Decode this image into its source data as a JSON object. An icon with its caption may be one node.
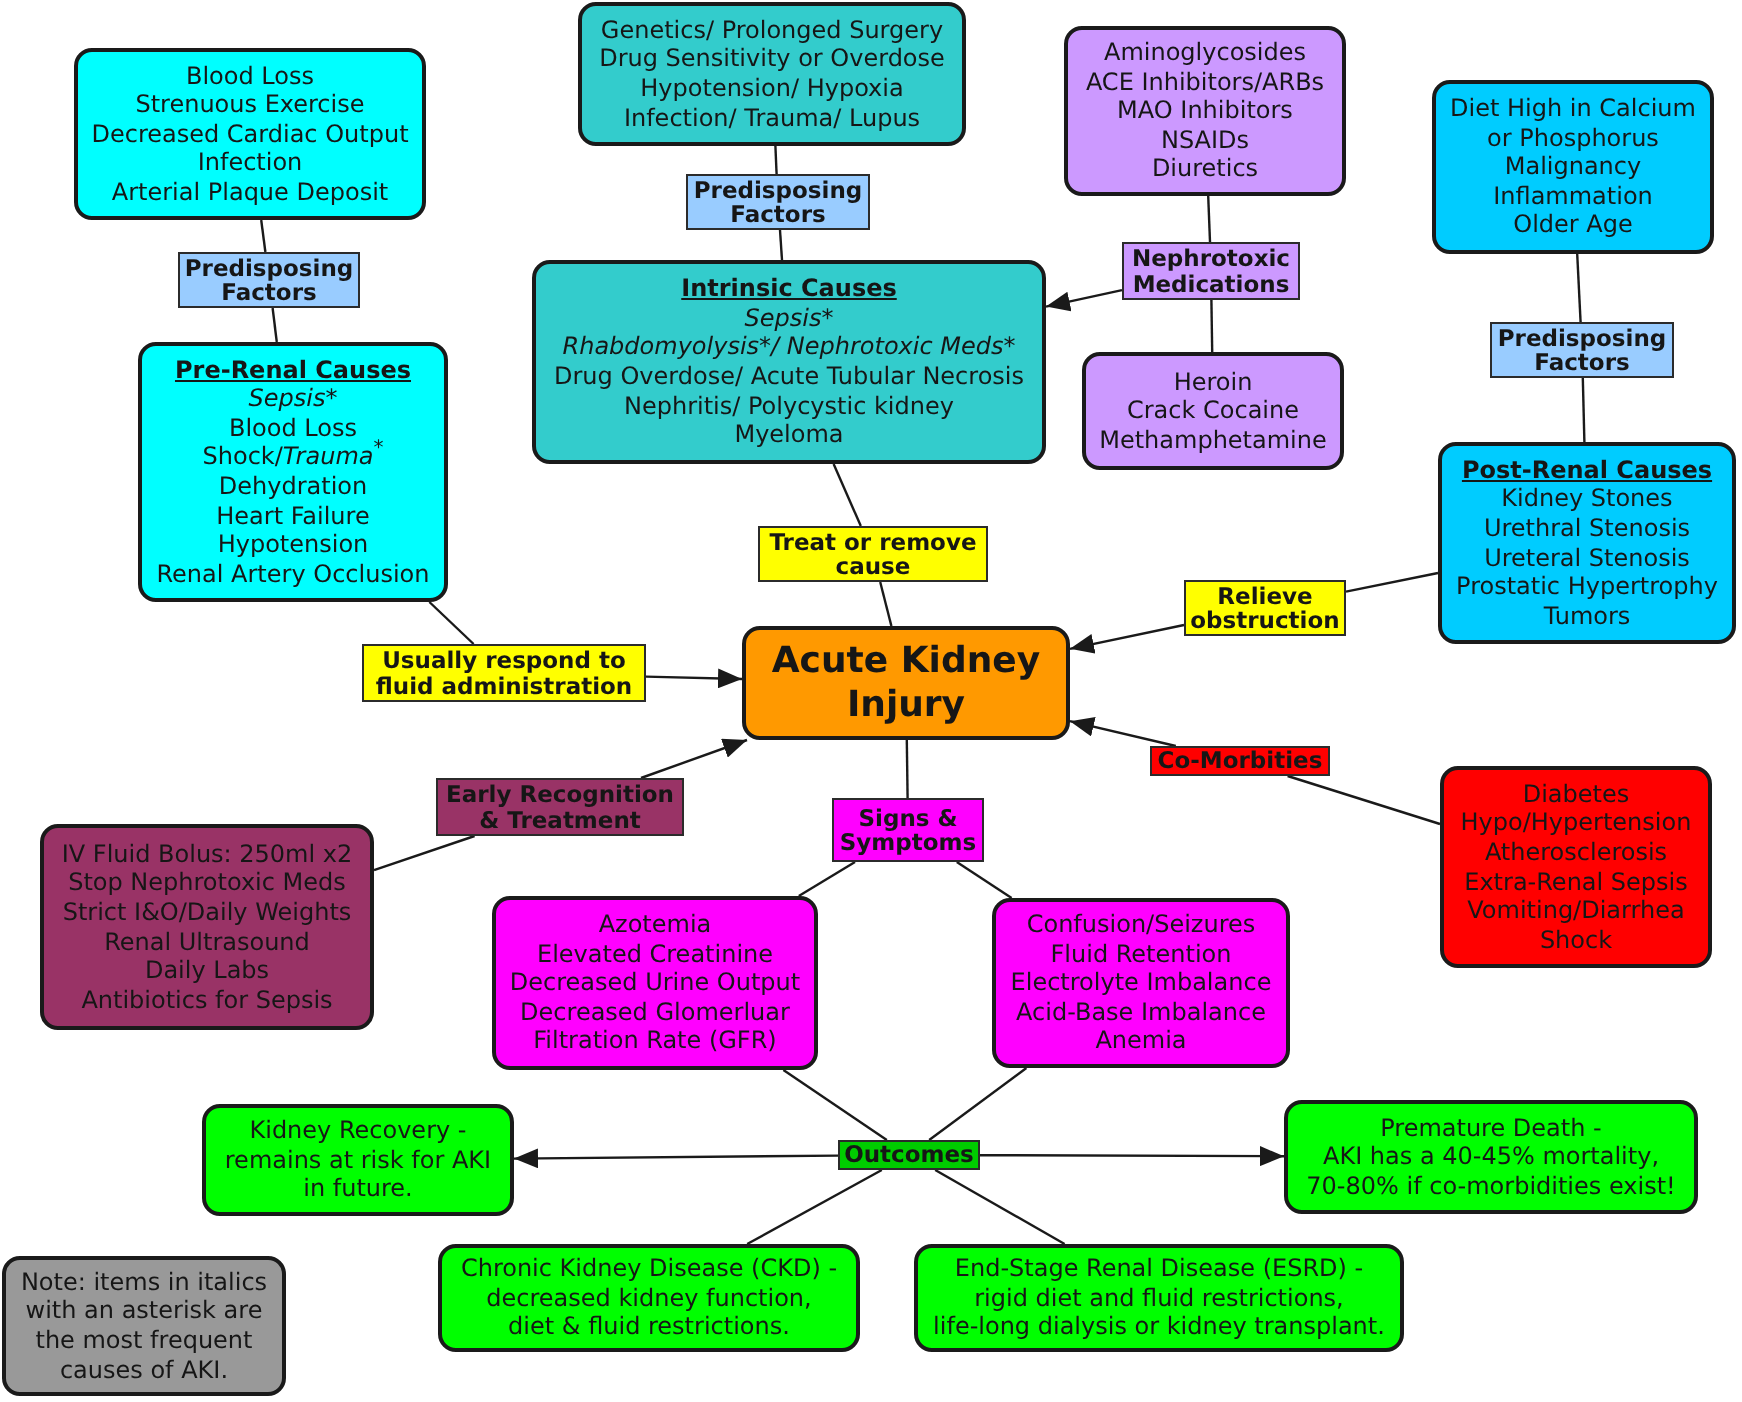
{
  "diagram": {
    "nodes": [
      {
        "text": [
          "Genetics/ Prolonged Surgery",
          "Drug Sensitivity or Overdose",
          "Hypotension/ Hypoxia",
          "Infection/ Trauma/ Lupus"
        ]
      },
      {
        "text": [
          "Aminoglycosides",
          "ACE Inhibitors/ARBs",
          "MAO Inhibitors",
          "NSAIDs",
          "Diuretics"
        ]
      },
      {
        "text": [
          "Blood Loss",
          "Strenuous Exercise",
          "Decreased Cardiac Output",
          "Infection",
          "Arterial Plaque Deposit"
        ]
      },
      {
        "text": [
          "Diet High in Calcium or Phosphorus",
          "Malignancy",
          "Inflammation",
          "Older Age"
        ]
      },
      {
        "text": [
          "Predisposing Factors"
        ]
      },
      {
        "text": [
          "Nephrotoxic Medications"
        ]
      },
      {
        "text": [
          "Predisposing Factors"
        ]
      },
      {
        "text": [
          "Intrinsic Causes",
          "Sepsis*",
          "Rhabdomyolysis*/ Nephrotoxic Meds*",
          "Drug Overdose/ Acute Tubular Necrosis",
          "Nephritis/ Polycystic kidney",
          "Myeloma"
        ]
      },
      {
        "text": [
          "Predisposing Factors"
        ]
      },
      {
        "text": [
          "Pre-Renal Causes",
          "Sepsis*",
          "Blood Loss",
          "Shock/*Trauma*$^{*}$",
          "Dehydration",
          "Heart Failure",
          "Hypotension",
          "Renal Artery Occlusion"
        ]
      },
      {
        "text": [
          "Heroin",
          "Crack Cocaine",
          "Methamphetamine"
        ]
      },
      {
        "text": [
          "Post-Renal Causes",
          "Kidney Stones",
          "Urethral Stenosis",
          "Ureteral Stenosis",
          "Prostatic Hypertrophy",
          "Tumors"
        ]
      },
      {
        "text": [
          "Treat or remove cause"
        ]
      },
      {
        "text": [
          "Relieve obstruction"
        ]
      },
      {
        "text": [
          "Acute Kidney Injury"
        ]
      },
      {
        "text": [
          "Usually respond to fluid administration"
        ]
      },
      {
        "text": [
          "Co-Morbities"
        ]
      },
      {
        "text": [
          "Early Recognition & Treatment"
        ]
      },
      {
        "text": [
          "Diabetes",
          "Hypo/Hypertension",
          "Atherosclerosis",
          "Extra-Renal Sepsis",
          "Vomiting/Diarrhea",
          "Shock"
        ]
      },
      {
        "text": [
          "Signs & Symptoms"
        ]
      },
      {
        "text": [
          "IV Fluid Bolus: 250ml x2",
          "Stop Nephrotoxic Meds",
          "Strict I&O/Daily Weights",
          "Renal Ultrasound",
          "Daily Labs",
          "Antibiotics for Sepsis"
        ]
      },
      {
        "text": [
          "Azotemia",
          "Elevated Creatinine",
          "Decreased Urine Output",
          "Decreased Glomerluar Filtration Rate (GFR)"
        ]
      },
      {
        "text": [
          "Confusion/Seizures",
          "Fluid Retention",
          "Electrolyte Imbalance",
          "Acid-Base Imbalance",
          "Anemia"
        ]
      },
      {
        "text": [
          "Premature Death -",
          "AKI has a 40-45% mortality, 70-80% if co-morbidities exist!"
        ]
      },
      {
        "text": [
          "Kidney Recovery -",
          "remains at risk for AKI in future."
        ]
      },
      {
        "text": [
          "Outcomes"
        ]
      },
      {
        "text": [
          "Chronic Kidney Disease (CKD) -",
          "decreased kidney function, diet & fluid restrictions."
        ]
      },
      {
        "text": [
          "End-Stage Renal Disease (ESRD) -",
          "rigid diet and fluid restrictions,",
          "life-long dialysis or kidney transplant."
        ]
      },
      {
        "text": [
          "Note: items in italics with an asterisk are the most frequent causes of AKI."
        ]
      }
    ],
    "edges": [
      {
        "from": 2,
        "to": 6,
        "arrow": "none"
      },
      {
        "from": 6,
        "to": 9,
        "arrow": "none"
      },
      {
        "from": 9,
        "to": 15,
        "arrow": "none"
      },
      {
        "from": 15,
        "to": 14,
        "arrow": "to"
      },
      {
        "from": 0,
        "to": 4,
        "arrow": "none"
      },
      {
        "from": 4,
        "to": 7,
        "arrow": "none"
      },
      {
        "from": 7,
        "to": 12,
        "arrow": "none"
      },
      {
        "from": 12,
        "to": 14,
        "arrow": "none"
      },
      {
        "from": 1,
        "to": 5,
        "arrow": "none"
      },
      {
        "from": 5,
        "to": 10,
        "arrow": "none"
      },
      {
        "from": 5,
        "to": 7,
        "arrow": "to"
      },
      {
        "from": 3,
        "to": 8,
        "arrow": "none"
      },
      {
        "from": 8,
        "to": 11,
        "arrow": "none"
      },
      {
        "from": 11,
        "to": 13,
        "arrow": "none"
      },
      {
        "from": 13,
        "to": 14,
        "arrow": "to"
      },
      {
        "from": 18,
        "to": 16,
        "arrow": "none"
      },
      {
        "from": 16,
        "to": 14,
        "arrow": "to"
      },
      {
        "from": 20,
        "to": 17,
        "arrow": "none"
      },
      {
        "from": 17,
        "to": 14,
        "arrow": "to"
      },
      {
        "from": 14,
        "to": 19,
        "arrow": "none"
      },
      {
        "from": 19,
        "to": 21,
        "arrow": "none"
      },
      {
        "from": 19,
        "to": 22,
        "arrow": "none"
      },
      {
        "from": 21,
        "to": 25,
        "arrow": "none"
      },
      {
        "from": 22,
        "to": 25,
        "arrow": "none"
      },
      {
        "from": 25,
        "to": 24,
        "arrow": "to"
      },
      {
        "from": 25,
        "to": 23,
        "arrow": "to"
      },
      {
        "from": 25,
        "to": 26,
        "arrow": "none"
      },
      {
        "from": 25,
        "to": 27,
        "arrow": "none"
      }
    ]
  }
}
